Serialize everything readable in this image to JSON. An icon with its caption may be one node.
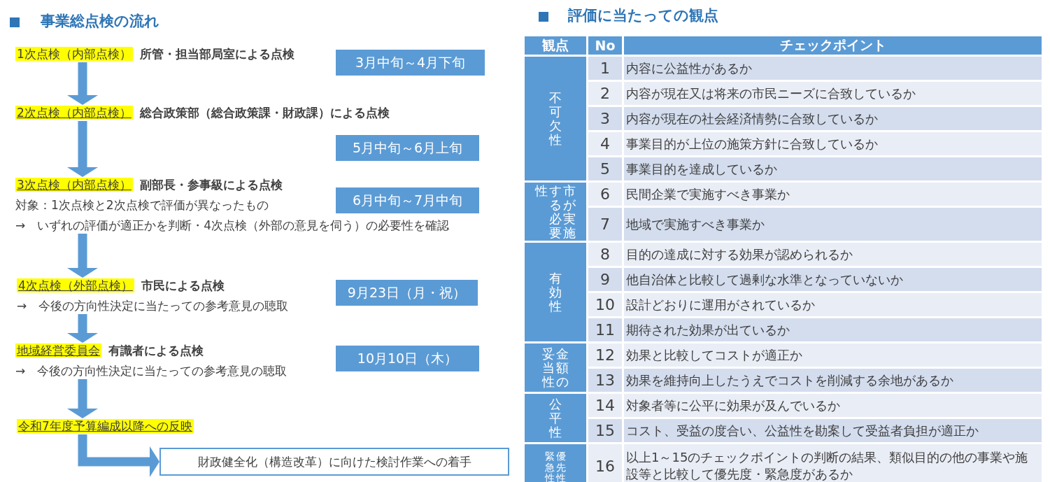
{
  "diagram": {
    "nodes": [
      {
        "text": [
          "1次点検（内部点検）",
          "所管・担当部局室による点検"
        ]
      },
      {
        "text": [
          "2次点検（内部点検）",
          "総合政策部（総合政策課・財政課）による点検"
        ]
      },
      {
        "text": [
          "3次点検（内部点検）",
          "副部長・参事級による点検"
        ],
        "beside": [
          "対象：1次点検と2次点検で評価が異なったもの",
          "→　いずれの評価が適正かを判断・4次点検（外部の意見を伺う）の必要性を確認"
        ]
      },
      {
        "text": [
          "4次点検（外部点検）",
          "市民による点検"
        ],
        "beside": [
          "→　今後の方向性決定に当たっての参考意見の聴取"
        ]
      },
      {
        "text": [
          "地域経営委員会",
          "有識者による点検"
        ],
        "beside": [
          "→　今後の方向性決定に当たっての参考意見の聴取"
        ]
      },
      {
        "text": [
          "令和7年度予算編成以降への反映"
        ]
      },
      {
        "text": [
          "財政健全化（構造改革）に向けた検討作業への着手"
        ]
      },
      {
        "text": [
          "3月中旬～4月下旬"
        ]
      },
      {
        "text": [
          "5月中旬～6月上旬"
        ]
      },
      {
        "text": [
          "6月中旬～7月中旬"
        ]
      },
      {
        "text": [
          "9月23日（月・祝）"
        ]
      },
      {
        "text": [
          "10月10日（木）"
        ]
      }
    ],
    "edges": [
      {
        "from": 0,
        "to": 1,
        "arrow": "to"
      },
      {
        "from": 1,
        "to": 2,
        "arrow": "to"
      },
      {
        "from": 2,
        "to": 3,
        "arrow": "to"
      },
      {
        "from": 3,
        "to": 4,
        "arrow": "to"
      },
      {
        "from": 4,
        "to": 5,
        "arrow": "to"
      },
      {
        "from": 5,
        "to": 6,
        "arrow": "to"
      }
    ],
    "labels": [
      "事業総点検の流れ",
      "評価に当たっての観点",
      "観点",
      "No",
      "チェックポイント",
      "不可欠性",
      "1",
      "内容に公益性があるか",
      "2",
      "内容が現在又は将来の市民ニーズに合致しているか",
      "3",
      "内容が現在の社会経済情勢に合致しているか",
      "4",
      "事業目的が上位の施策方針に合致しているか",
      "5",
      "事業目的を達成しているか",
      "市が実施する必要性",
      "6",
      "民間企業で実施すべき事業か",
      "7",
      "地域で実施すべき事業か",
      "有効性",
      "8",
      "目的の達成に対する効果が認められるか",
      "9",
      "他自治体と比較して過剰な水準となっていないか",
      "10",
      "設計どおりに運用がされているか",
      "11",
      "期待された効果が出ているか",
      "金額の妥当性",
      "12",
      "効果と比較してコストが適正か",
      "13",
      "効果を維持向上したうえでコストを削減する余地があるか",
      "公平性",
      "14",
      "対象者等に公平に効果が及んでいるか",
      "15",
      "コスト、受益の度合い、公益性を勘案して受益者負担が適正か",
      "優先性緊急性",
      "16",
      "以上1～15のチェックポイントの判断の結果、類似目的の他の事業や施設等と比較して優先度・緊急度があるか"
    ]
  }
}
